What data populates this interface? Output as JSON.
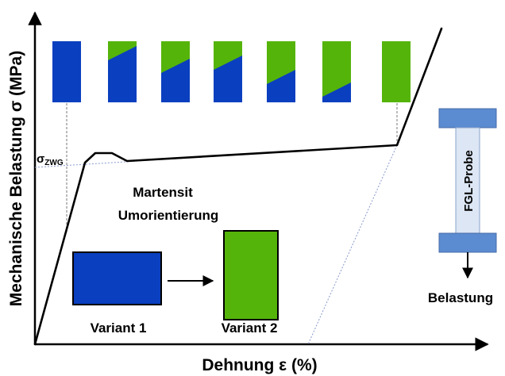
{
  "axes": {
    "xlabel": "Dehnung ε (%)",
    "ylabel": "Mechanische Belastung σ (MPa)",
    "sigma_symbol": "σ",
    "sigma_subscript": "ZWG"
  },
  "phase_label": {
    "line1": "Martensit",
    "line2": "Umorientierung"
  },
  "variants": {
    "variant1_label": "Variant 1",
    "variant2_label": "Variant 2"
  },
  "specimen": {
    "label": "FGL-Probe",
    "load_label": "Belastung"
  },
  "colors": {
    "variant1": "#0a3fbf",
    "variant2": "#55b40a",
    "specimen_grip": "#5b8bd0",
    "specimen_body": "#dce6f4",
    "curve": "#000000",
    "guide": "#8899cc"
  },
  "icons": {
    "specimen_load_arrow": "arrow-down-icon",
    "variant_transition_arrow": "arrow-right-icon"
  }
}
